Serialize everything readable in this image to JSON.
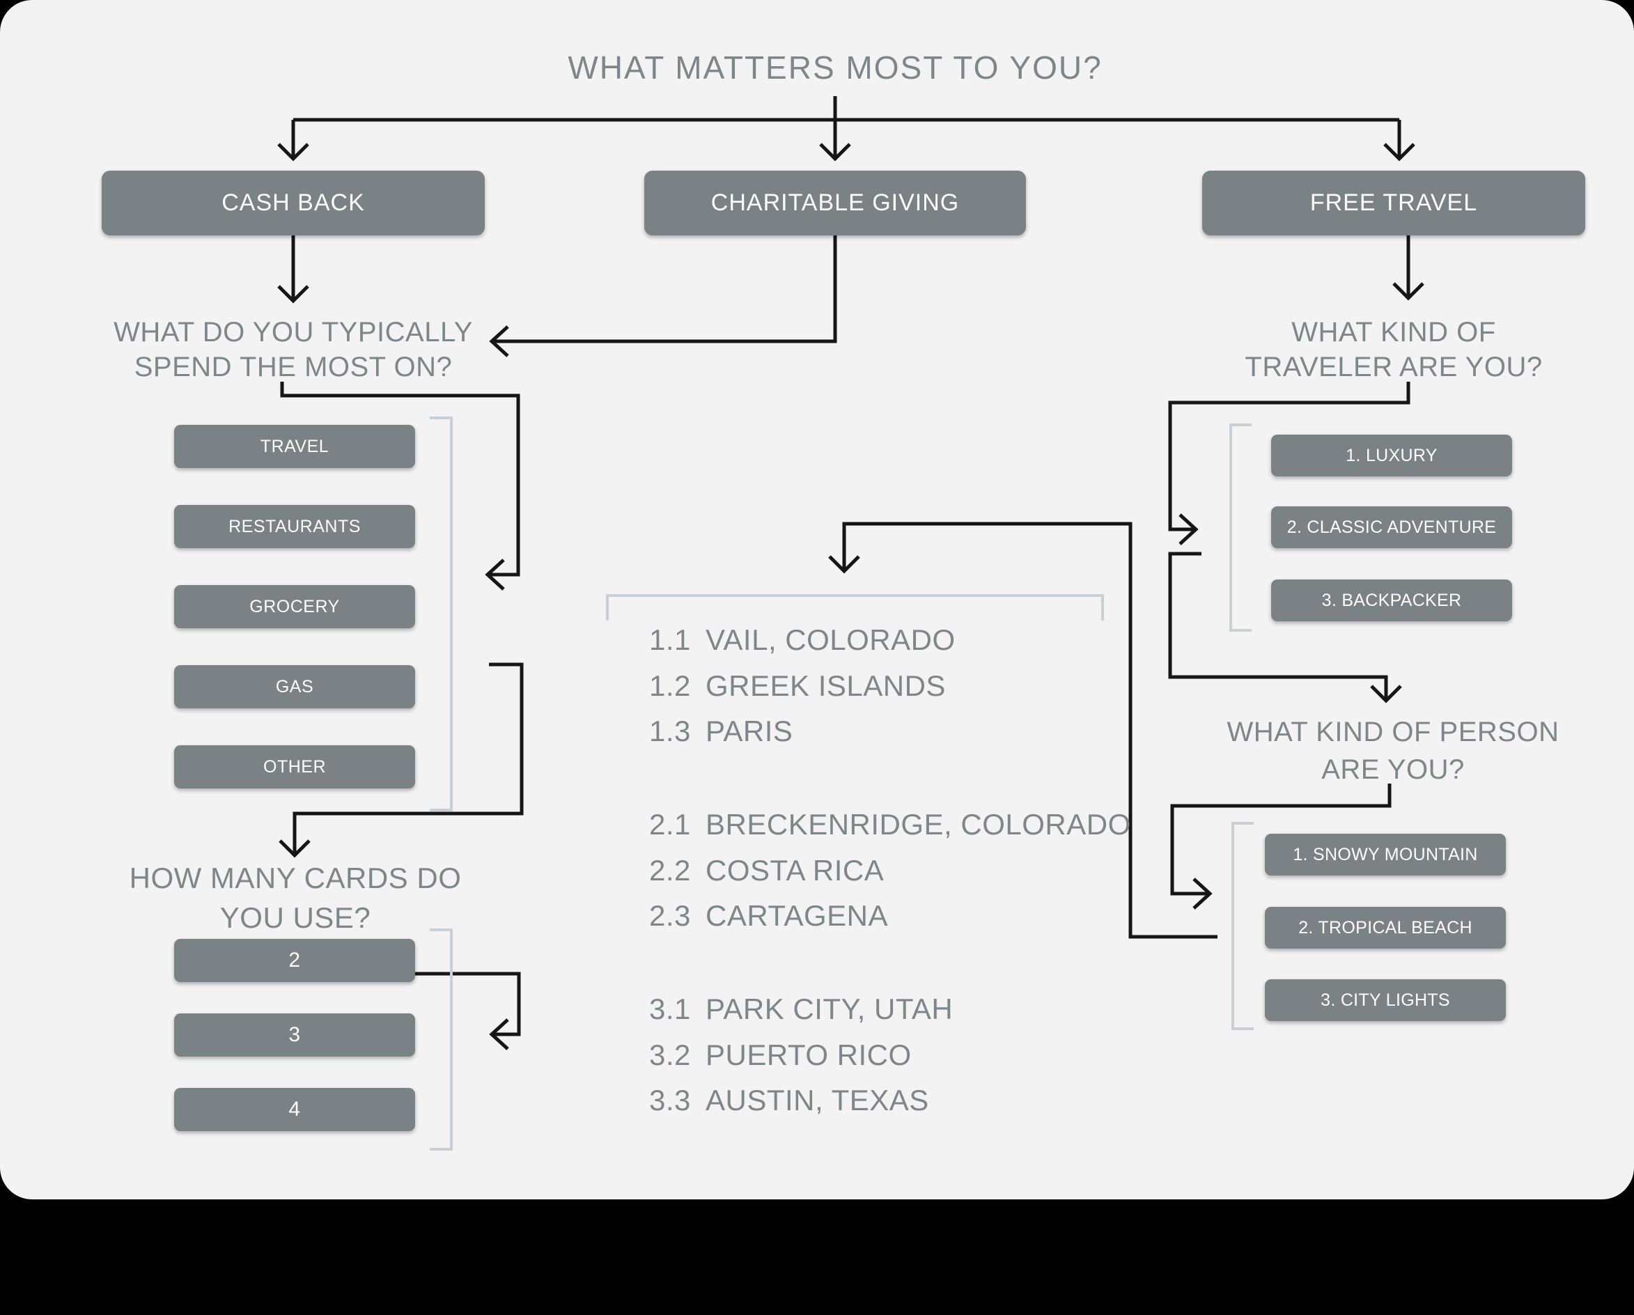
{
  "title": "WHAT MATTERS MOST TO YOU?",
  "branches": {
    "cash_back": "CASH BACK",
    "charitable_giving": "CHARITABLE GIVING",
    "free_travel": "FREE TRAVEL"
  },
  "spend_question": {
    "line1": "WHAT DO YOU TYPICALLY",
    "line2": "SPEND THE MOST ON?"
  },
  "spend_options": [
    "TRAVEL",
    "RESTAURANTS",
    "GROCERY",
    "GAS",
    "OTHER"
  ],
  "cards_question": {
    "line1": "HOW MANY CARDS DO",
    "line2": "YOU USE?"
  },
  "card_options": [
    "2",
    "3",
    "4"
  ],
  "traveler_question": {
    "line1": "WHAT KIND OF",
    "line2": "TRAVELER ARE YOU?"
  },
  "traveler_options": [
    "1. LUXURY",
    "2. CLASSIC ADVENTURE",
    "3. BACKPACKER"
  ],
  "person_question": {
    "line1": "WHAT KIND OF PERSON",
    "line2": "ARE YOU?"
  },
  "person_options": [
    "1. SNOWY MOUNTAIN",
    "2. TROPICAL BEACH",
    "3. CITY LIGHTS"
  ],
  "destinations": [
    {
      "num": "1.1",
      "label": "VAIL, COLORADO"
    },
    {
      "num": "1.2",
      "label": "GREEK ISLANDS"
    },
    {
      "num": "1.3",
      "label": "PARIS"
    },
    {
      "num": "2.1",
      "label": "BRECKENRIDGE, COLORADO"
    },
    {
      "num": "2.2",
      "label": "COSTA RICA"
    },
    {
      "num": "2.3",
      "label": "CARTAGENA"
    },
    {
      "num": "3.1",
      "label": "PARK CITY, UTAH"
    },
    {
      "num": "3.2",
      "label": "PUERTO RICO"
    },
    {
      "num": "3.3",
      "label": "AUSTIN, TEXAS"
    }
  ],
  "colors": {
    "background": "#f2f3f2",
    "outer": "#000000",
    "button": "#7a8285",
    "button_text": "#fdfdfd",
    "text": "#7d8689",
    "line": "#161616",
    "bracket": "#c8d0d3"
  }
}
